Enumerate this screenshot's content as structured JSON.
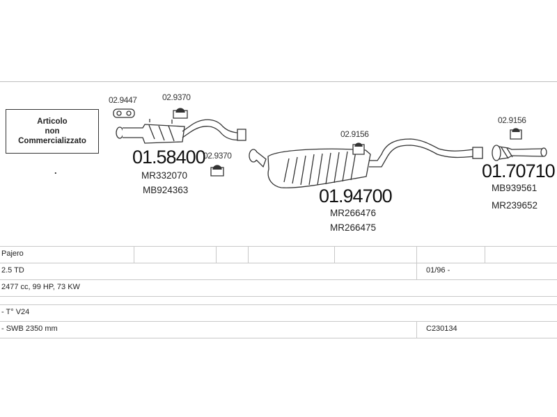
{
  "note": {
    "line1": "Articolo",
    "line2": "non",
    "line3": "Commercializzato",
    "dot": "."
  },
  "parts": {
    "clamp_a": "02.9447",
    "hanger_a": "02.9370",
    "hanger_b": "02.9370",
    "hanger_c": "02.9156",
    "hanger_d": "02.9156",
    "front_pipe": {
      "code": "01.58400",
      "ref1": "MR332070",
      "ref2": "MB924363"
    },
    "center_muffler": {
      "code": "01.94700",
      "ref1": "MR266476",
      "ref2": "MR266475"
    },
    "rear_pipe": {
      "code": "01.70710",
      "ref1": "MB939561",
      "ref2": "MR239652"
    }
  },
  "table": {
    "row1": {
      "model": "Pajero"
    },
    "row2": {
      "engine": "2.5 TD",
      "date": "01/96 -"
    },
    "row3": {
      "specs": "2477 cc, 99 HP, 73 KW"
    },
    "row4": {
      "variant": "- T° V24"
    },
    "row5": {
      "wheelbase": "- SWB 2350 mm",
      "code": "C230134"
    }
  }
}
